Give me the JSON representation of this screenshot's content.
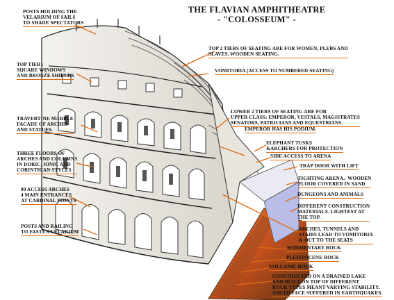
{
  "title": {
    "line1": "THE FLAVIAN AMPHITHEATRE",
    "line2": "- \"COLOSSEUM\" -"
  },
  "labels": {
    "posts_velarium": [
      "POSTS HOLDING THE",
      "VELARIUM OF SAILS",
      "TO SHADE SPECTATORS"
    ],
    "top_tiers_seating": [
      "TOP 2 TIERS OF SEATING ARE FOR WOMEN, PLEBS AND",
      "SLAVES. WOODEN SEATING."
    ],
    "vomitoria": [
      "VOMITORIA (ACCESS TO NUMBERED SEATING)"
    ],
    "top_tier": [
      "TOP TIER :",
      "SQUARE WINDOWS",
      "AND BRONZE SHIELDS"
    ],
    "travertine": [
      "TRAVERTINE MARBLE",
      "FACADE OF ARCHES",
      "AND STATUES."
    ],
    "lower_tiers": [
      "LOWER 2 TIERS OF SEATING ARE FOR",
      "UPPER CLASS: EMPEROR, VESTALS, MAGISTRATES",
      "SENATORS, PATRICIANS AND EQUESTRIANS."
    ],
    "emperor": [
      "EMPEROR HAS HIS PODIUM."
    ],
    "elephant": [
      "ELEPHANT TUSKS",
      "&ARCHERS FOR PROTECTION"
    ],
    "three_floors": [
      "THREE FLOORS OF",
      "ARCHES AND COLUMNS",
      "IN DORIC, IONIC AND",
      "CORINTHIAN STYLES"
    ],
    "side_access": [
      "SIDE ACCESS TO ARENA"
    ],
    "trap_door": [
      "TRAP DOOR WITH LIFT"
    ],
    "fighting_arena": [
      "FIGHTING ARENA.- WOODEN",
      "FLOOR COVERED IN SAND"
    ],
    "access_arches": [
      "80 ACCESS ARCHES",
      "4 MAIN ENTRANCES",
      "AT CARDINAL POINTS"
    ],
    "dungeons": [
      "DUNGEONS AND ANIMALS"
    ],
    "construction": [
      "DIFFERENT CONSTRUCTION",
      "MATERIALS. LIGHTEST AT",
      "THE TOP."
    ],
    "posts_railing": [
      "POSTS AND RAILING",
      "TO FASTEN VELARIUM"
    ],
    "arches_tunnels": [
      "ARCHES, TUNNELS AND",
      "STAIRS LEAD TO VOMITORIA",
      "& OUT TO THE SEATS"
    ],
    "sedimentary": [
      "SEDIMENTARY ROCK"
    ],
    "pleistocene": [
      "PLEISTOCENE ROCK"
    ],
    "volcanic": [
      "VOLCANIC ROCK"
    ],
    "lake": [
      "CONSTRUCTED ON A DRAINED LAKE",
      "AND BUILT ON TOP OF  DIFFERENT",
      "ROCK TYPES MEANT VARYING STABILITY.",
      "SOUTH FACE SUFFERED IN EARTHQUAKES."
    ]
  },
  "colors": {
    "leader": "#e06a10",
    "rock": "#c8501a",
    "rock_dark": "#6a3a1a",
    "arena_blue": "#b9bde8",
    "ink": "#222222"
  }
}
